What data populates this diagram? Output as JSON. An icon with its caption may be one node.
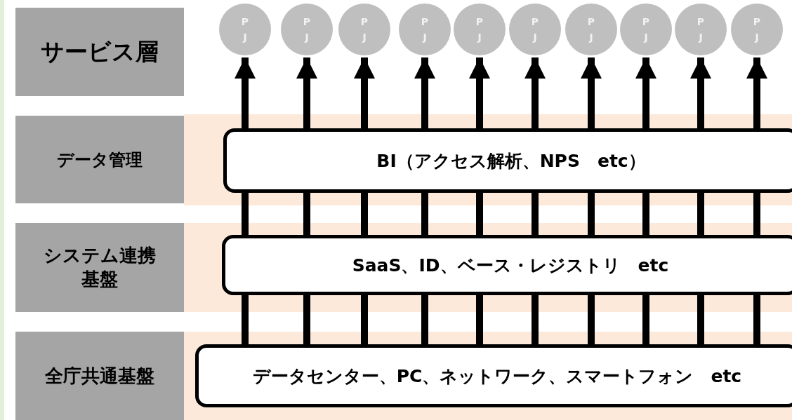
{
  "diagram": {
    "nodes": [
      {
        "text": [
          "サービス層"
        ]
      },
      {
        "text": [
          "PJ"
        ]
      },
      {
        "text": [
          "PJ"
        ]
      },
      {
        "text": [
          "PJ"
        ]
      },
      {
        "text": [
          "PJ"
        ]
      },
      {
        "text": [
          "PJ"
        ]
      },
      {
        "text": [
          "PJ"
        ]
      },
      {
        "text": [
          "PJ"
        ]
      },
      {
        "text": [
          "PJ"
        ]
      },
      {
        "text": [
          "PJ"
        ]
      },
      {
        "text": [
          "PJ"
        ]
      },
      {
        "text": [
          "データ管理"
        ]
      },
      {
        "text": [
          "BI（アクセス解析、NPS　etc）"
        ]
      },
      {
        "text": [
          "システム連携基盤"
        ]
      },
      {
        "text": [
          "SaaS、ID、ベース・レジストリ　etc"
        ]
      },
      {
        "text": [
          "全庁共通基盤"
        ]
      },
      {
        "text": [
          "データセンター、PC、ネットワーク、スマートフォン　etc"
        ]
      }
    ],
    "edges": [
      {
        "from": 12,
        "to": 1,
        "arrow": "to"
      },
      {
        "from": 12,
        "to": 2,
        "arrow": "to"
      },
      {
        "from": 12,
        "to": 3,
        "arrow": "to"
      },
      {
        "from": 12,
        "to": 4,
        "arrow": "to"
      },
      {
        "from": 12,
        "to": 5,
        "arrow": "to"
      },
      {
        "from": 12,
        "to": 6,
        "arrow": "to"
      },
      {
        "from": 12,
        "to": 7,
        "arrow": "to"
      },
      {
        "from": 12,
        "to": 8,
        "arrow": "to"
      },
      {
        "from": 12,
        "to": 9,
        "arrow": "to"
      },
      {
        "from": 12,
        "to": 10,
        "arrow": "to"
      },
      {
        "from": 14,
        "to": 12,
        "arrow": "none"
      },
      {
        "from": 14,
        "to": 12,
        "arrow": "none"
      },
      {
        "from": 14,
        "to": 12,
        "arrow": "none"
      },
      {
        "from": 14,
        "to": 12,
        "arrow": "none"
      },
      {
        "from": 14,
        "to": 12,
        "arrow": "none"
      },
      {
        "from": 14,
        "to": 12,
        "arrow": "none"
      },
      {
        "from": 14,
        "to": 12,
        "arrow": "none"
      },
      {
        "from": 14,
        "to": 12,
        "arrow": "none"
      },
      {
        "from": 14,
        "to": 12,
        "arrow": "none"
      },
      {
        "from": 14,
        "to": 12,
        "arrow": "none"
      },
      {
        "from": 16,
        "to": 14,
        "arrow": "none"
      },
      {
        "from": 16,
        "to": 14,
        "arrow": "none"
      },
      {
        "from": 16,
        "to": 14,
        "arrow": "none"
      },
      {
        "from": 16,
        "to": 14,
        "arrow": "none"
      },
      {
        "from": 16,
        "to": 14,
        "arrow": "none"
      },
      {
        "from": 16,
        "to": 14,
        "arrow": "none"
      },
      {
        "from": 16,
        "to": 14,
        "arrow": "none"
      },
      {
        "from": 16,
        "to": 14,
        "arrow": "none"
      },
      {
        "from": 16,
        "to": 14,
        "arrow": "none"
      },
      {
        "from": 16,
        "to": 14,
        "arrow": "none"
      }
    ]
  }
}
